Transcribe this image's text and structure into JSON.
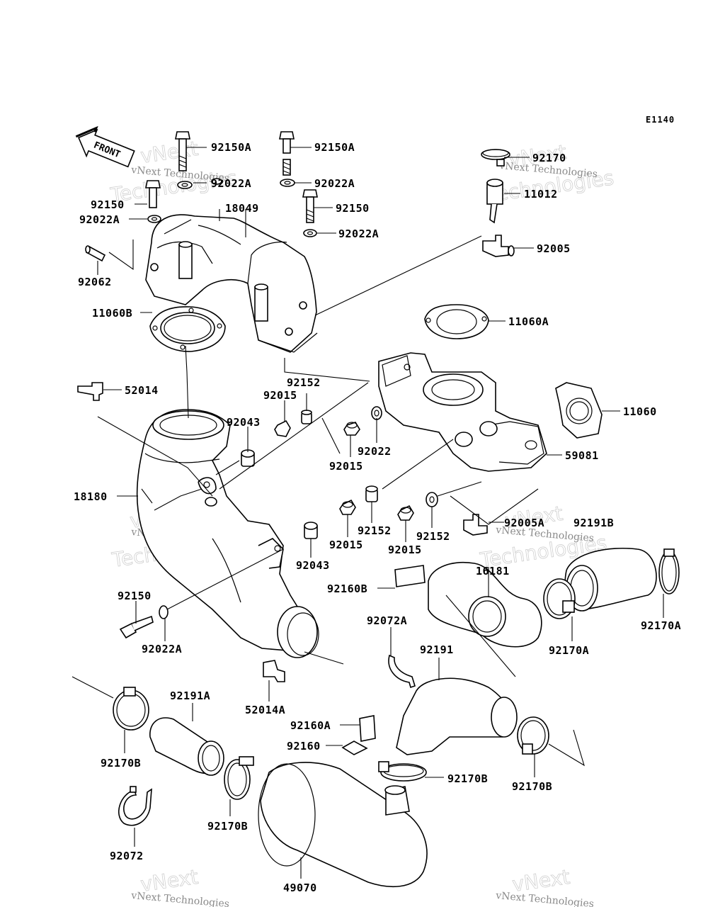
{
  "diagram_code": "E1140",
  "front_label": "FRONT",
  "watermark": {
    "line1": "vNext",
    "line2": "Technologies",
    "caption": "vNext Technologies"
  },
  "labels": {
    "p92150A_1": "92150A",
    "p92150A_2": "92150A",
    "p92022A_1": "92022A",
    "p92022A_2": "92022A",
    "p92150_1": "92150",
    "p92022A_3": "92022A",
    "p18049": "18049",
    "p92150_2": "92150",
    "p92022A_4": "92022A",
    "p92062": "92062",
    "p92170": "92170",
    "p11012": "11012",
    "p92005": "92005",
    "p11060B": "11060B",
    "p11060A": "11060A",
    "p52014": "52014",
    "p92152_1": "92152",
    "p92015_1": "92015",
    "p92043_1": "92043",
    "p11060": "11060",
    "p92022": "92022",
    "p92015_2": "92015",
    "p59081": "59081",
    "p18180": "18180",
    "p92005A": "92005A",
    "p92191B": "92191B",
    "p92152_2": "92152",
    "p92152_3": "92152",
    "p92015_3": "92015",
    "p92015_4": "92015",
    "p92043_2": "92043",
    "p16181": "16181",
    "p92160B": "92160B",
    "p92170A_1": "92170A",
    "p92150_3": "92150",
    "p92072A": "92072A",
    "p92170A_2": "92170A",
    "p92022A_5": "92022A",
    "p92191": "92191",
    "p52014A": "52014A",
    "p92191A": "92191A",
    "p92160A": "92160A",
    "p92160": "92160",
    "p92170B_1": "92170B",
    "p92170B_2": "92170B",
    "p92170B_3": "92170B",
    "p92170B_4": "92170B",
    "p92072": "92072",
    "p49070": "49070"
  }
}
